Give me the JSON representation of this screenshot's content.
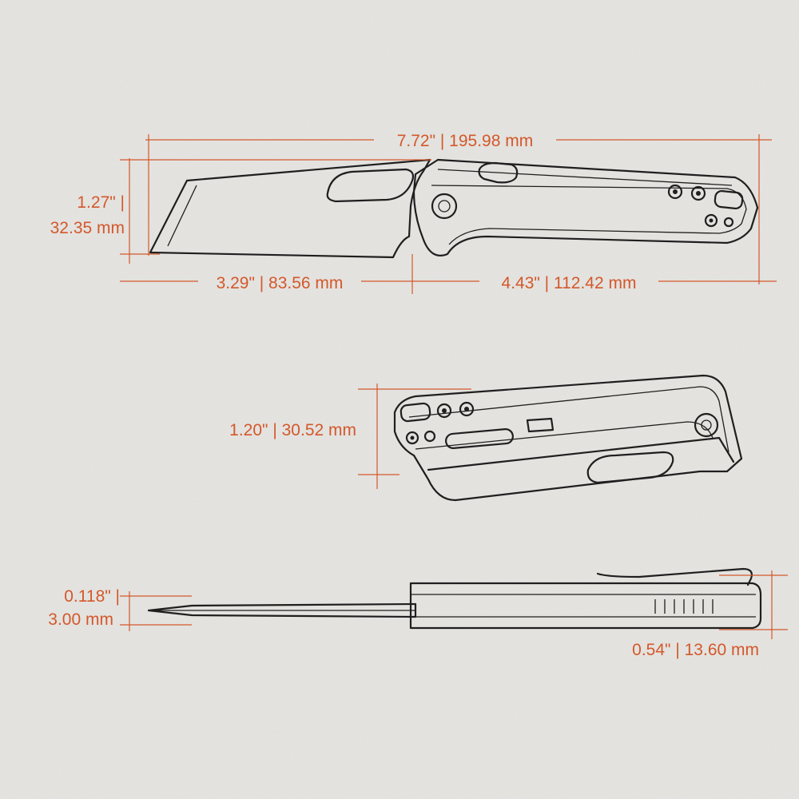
{
  "colors": {
    "background": "#e7e6e3",
    "dimension": "#d4582a",
    "outline": "#1f1f1f"
  },
  "dimensions": {
    "overall_length": "7.72\" | 195.98 mm",
    "open_height_in": "1.27\" |",
    "open_height_mm": "32.35 mm",
    "blade_length": "3.29\" | 83.56 mm",
    "handle_length": "4.43\" | 112.42 mm",
    "closed_height": "1.20\" | 30.52 mm",
    "blade_thickness_in": "0.118\" |",
    "blade_thickness_mm": "3.00 mm",
    "handle_thickness": "0.54\" | 13.60 mm"
  }
}
